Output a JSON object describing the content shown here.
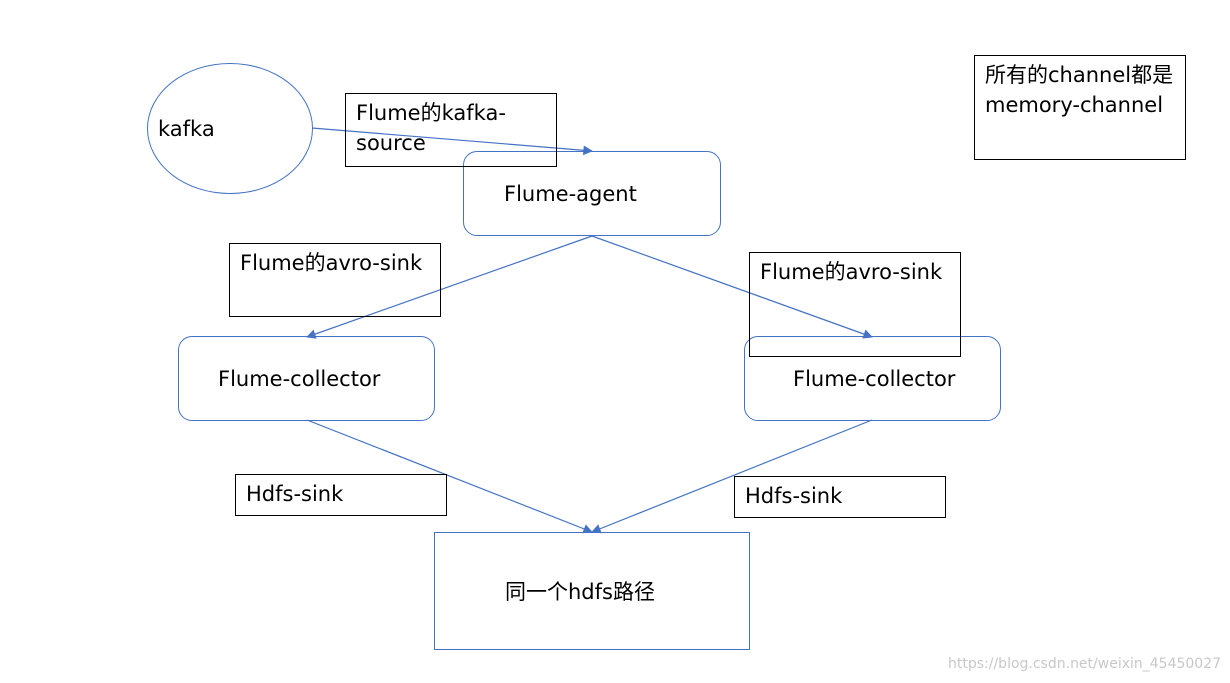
{
  "nodes": {
    "kafka": "kafka",
    "agent": "Flume-agent",
    "collector_left": "Flume-collector",
    "collector_right": "Flume-collector",
    "hdfs": "同一个hdfs路径"
  },
  "labels": {
    "kafka_source": "Flume的kafka-source",
    "avro_sink_left": "Flume的avro-sink",
    "avro_sink_right": "Flume的avro-sink",
    "hdfs_sink_left": "Hdfs-sink",
    "hdfs_sink_right": "Hdfs-sink",
    "note": "所有的channel都是memory-channel"
  },
  "watermark": "https://blog.csdn.net/weixin_45450027",
  "colors": {
    "edge": "#4472c4",
    "node_border": "#4472c4",
    "label_border": "#000000",
    "watermark": "#c8c8c8"
  }
}
